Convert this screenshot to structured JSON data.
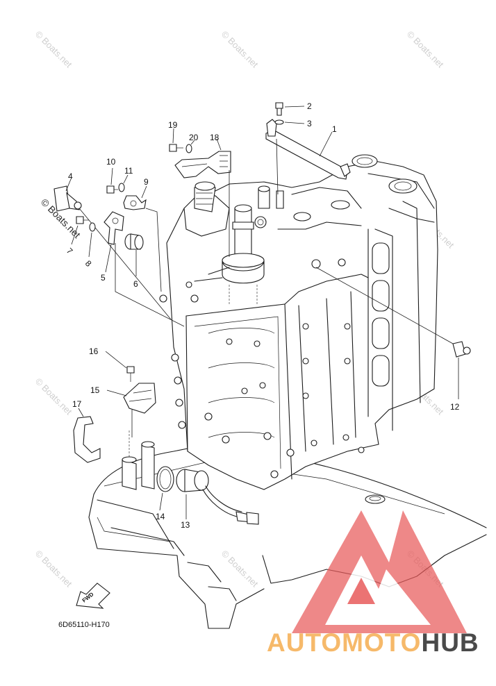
{
  "diagram": {
    "code": "6D65110-H170",
    "fwd_label": "FWD",
    "watermark": "© Boats.net",
    "callouts": [
      "1",
      "2",
      "3",
      "4",
      "5",
      "6",
      "7",
      "8",
      "9",
      "10",
      "11",
      "12",
      "13",
      "14",
      "15",
      "16",
      "17",
      "18",
      "19",
      "20"
    ]
  },
  "brand": {
    "part1": "AUTOMOTO",
    "part2": "HUB",
    "colors": {
      "orange": "#f6b96a",
      "red": "#e85b5b",
      "gray": "#4a4a4a"
    }
  }
}
